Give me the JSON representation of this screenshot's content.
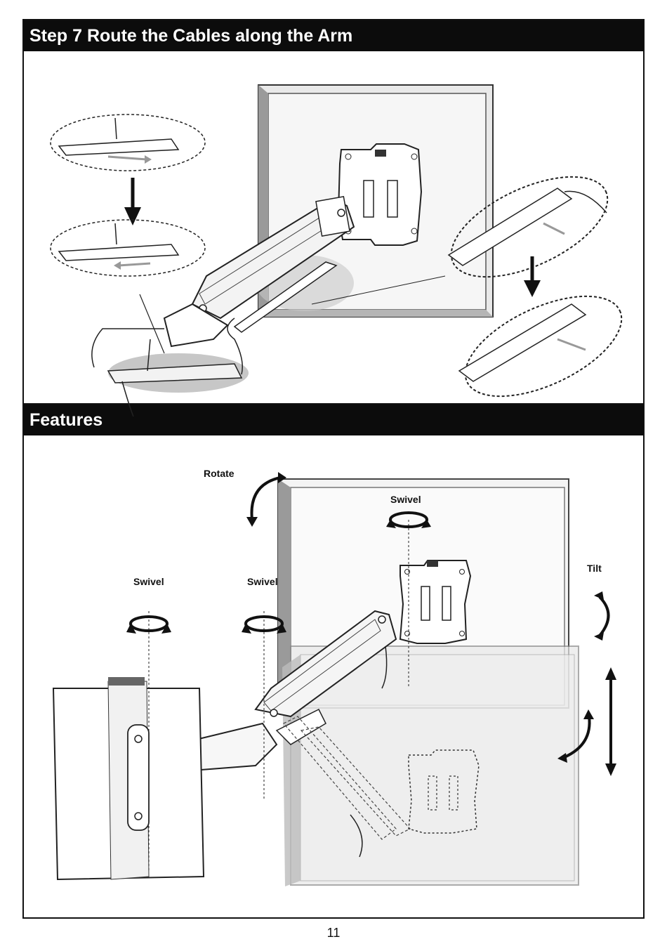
{
  "step7": {
    "title": "Step 7 Route the Cables along the Arm"
  },
  "features": {
    "title": "Features",
    "labels": {
      "rotate": "Rotate",
      "swivel_top": "Swivel",
      "tilt": "Tilt",
      "swivel_left": "Swivel",
      "swivel_mid": "Swivel"
    }
  },
  "page_number": "11",
  "colors": {
    "header_bg": "#0c0c0c",
    "header_text": "#ffffff",
    "monitor_frame": "#8f8f8f",
    "shadow": "#bdbdbd"
  }
}
